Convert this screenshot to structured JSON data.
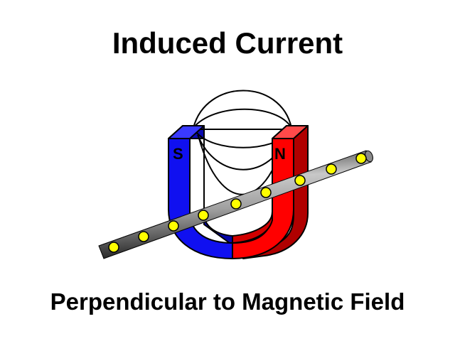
{
  "title": "Induced Current",
  "caption": "Perpendicular to Magnetic Field",
  "magnet": {
    "south_label": "S",
    "north_label": "N",
    "south_color": "#1010f0",
    "north_color": "#ff0000"
  },
  "wire": {
    "color": "#a0a0a0",
    "charge_color": "#ffff00",
    "charge_count": 9
  }
}
